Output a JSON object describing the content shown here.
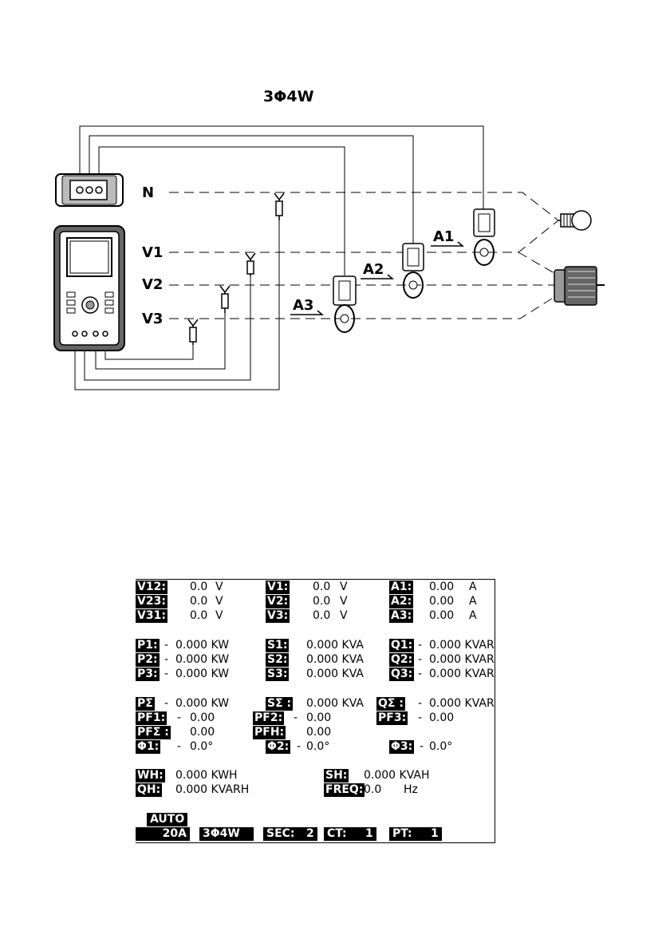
{
  "diagram": {
    "title": "3Φ4W",
    "line_labels": {
      "n": "N",
      "v1": "V1",
      "v2": "V2",
      "v3": "V3"
    },
    "clamp_labels": {
      "a1": "A1",
      "a2": "A2",
      "a3": "A3"
    }
  },
  "lcd": {
    "voltage_line": [
      {
        "label": "V12:",
        "value": "0.0",
        "unit": "V"
      },
      {
        "label": "V23:",
        "value": "0.0",
        "unit": "V"
      },
      {
        "label": "V31:",
        "value": "0.0",
        "unit": "V"
      }
    ],
    "voltage_phase": [
      {
        "label": "V1:",
        "value": "0.0",
        "unit": "V"
      },
      {
        "label": "V2:",
        "value": "0.0",
        "unit": "V"
      },
      {
        "label": "V3:",
        "value": "0.0",
        "unit": "V"
      }
    ],
    "current": [
      {
        "label": "A1:",
        "value": "0.00",
        "unit": "A"
      },
      {
        "label": "A2:",
        "value": "0.00",
        "unit": "A"
      },
      {
        "label": "A3:",
        "value": "0.00",
        "unit": "A"
      }
    ],
    "active_power": [
      {
        "label": "P1:",
        "sign": "-",
        "value": "0.000 KW"
      },
      {
        "label": "P2:",
        "sign": "-",
        "value": "0.000 KW"
      },
      {
        "label": "P3:",
        "sign": "-",
        "value": "0.000 KW"
      }
    ],
    "apparent_power": [
      {
        "label": "S1:",
        "value": "0.000 KVA"
      },
      {
        "label": "S2:",
        "value": "0.000 KVA"
      },
      {
        "label": "S3:",
        "value": "0.000 KVA"
      }
    ],
    "reactive_power": [
      {
        "label": "Q1:",
        "sign": "-",
        "value": "0.000 KVAR"
      },
      {
        "label": "Q2:",
        "sign": "-",
        "value": "0.000 KVAR"
      },
      {
        "label": "Q3:",
        "sign": "-",
        "value": "0.000 KVAR"
      }
    ],
    "totals": {
      "p_label": "PΣ",
      "p_sign": "-",
      "p_value": "0.000 KW",
      "s_label": "SΣ :",
      "s_value": "0.000 KVA",
      "q_label": "QΣ :",
      "q_sign": "-",
      "q_value": "0.000 KVAR"
    },
    "pf": {
      "pf1_label": "PF1:",
      "pf1_sign": "-",
      "pf1_value": "0.00",
      "pf2_label": "PF2:",
      "pf2_sign": "-",
      "pf2_value": "0.00",
      "pf3_label": "PF3:",
      "pf3_sign": "-",
      "pf3_value": "0.00",
      "pfs_label": "PFΣ :",
      "pfs_value": "0.00",
      "pfh_label": "PFH:",
      "pfh_value": "0.00"
    },
    "phase": {
      "phi1_label": "Φ1:",
      "phi1_sign": "-",
      "phi1_value": "0.0°",
      "phi2_label": "Φ2:",
      "phi2_sign": "-",
      "phi2_value": "0.0°",
      "phi3_label": "Φ3:",
      "phi3_sign": "-",
      "phi3_value": "0.0°"
    },
    "energy": {
      "wh_label": "WH:",
      "wh_value": "0.000 KWH",
      "qh_label": "QH:",
      "qh_value": "0.000 KVARH",
      "sh_label": "SH:",
      "sh_value": "0.000 KVAH",
      "freq_label": "FREQ:",
      "freq_value": "0.0",
      "freq_unit": "Hz"
    },
    "status": {
      "mode": "AUTO",
      "range": "20A",
      "wiring": "3Φ4W",
      "sec_label": "SEC:",
      "sec_value": "2",
      "ct_label": "CT:",
      "ct_value": "1",
      "pt_label": "PT:",
      "pt_value": "1"
    }
  }
}
